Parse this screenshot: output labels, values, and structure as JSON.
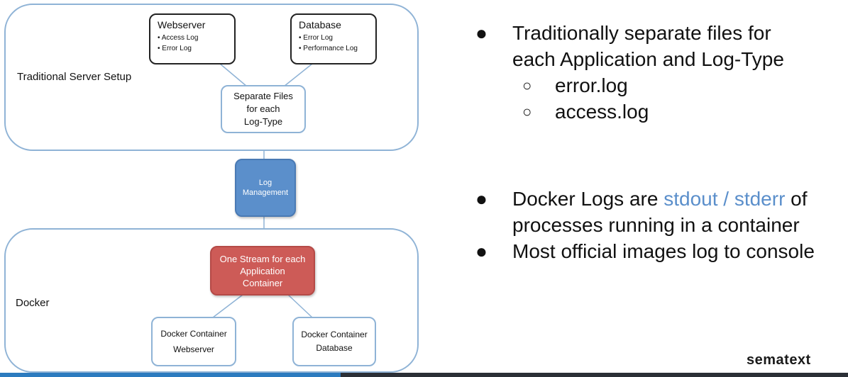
{
  "diagram": {
    "traditional_label": "Traditional Server Setup",
    "docker_label": "Docker",
    "webserver": {
      "title": "Webserver",
      "items": [
        "Access Log",
        "Error Log"
      ]
    },
    "database": {
      "title": "Database",
      "items": [
        "Error Log",
        "Performance Log"
      ]
    },
    "separate_files": [
      "Separate Files",
      "for each",
      "Log-Type"
    ],
    "log_management": [
      "Log",
      "Management"
    ],
    "one_stream": [
      "One Stream for each",
      "Application",
      "Container"
    ],
    "docker_webserver": [
      "Docker Container",
      "Webserver"
    ],
    "docker_database": [
      "Docker Container",
      "Database"
    ]
  },
  "bullets": {
    "b1_line1": "Traditionally separate files for",
    "b1_line2": "each Application and Log-Type",
    "sub1": "error.log",
    "sub2": "access.log",
    "b2_prefix": "Docker Logs are ",
    "b2_link": "stdout / stderr",
    "b2_suffix": " of",
    "b2_line2": "processes running in a container",
    "b3": "Most official images log to console"
  },
  "brand": "sematext",
  "colors": {
    "group_border": "#8fb3d6",
    "log_management": "#5b8fcb",
    "one_stream": "#cd5b57",
    "link": "#5b8fcb"
  }
}
